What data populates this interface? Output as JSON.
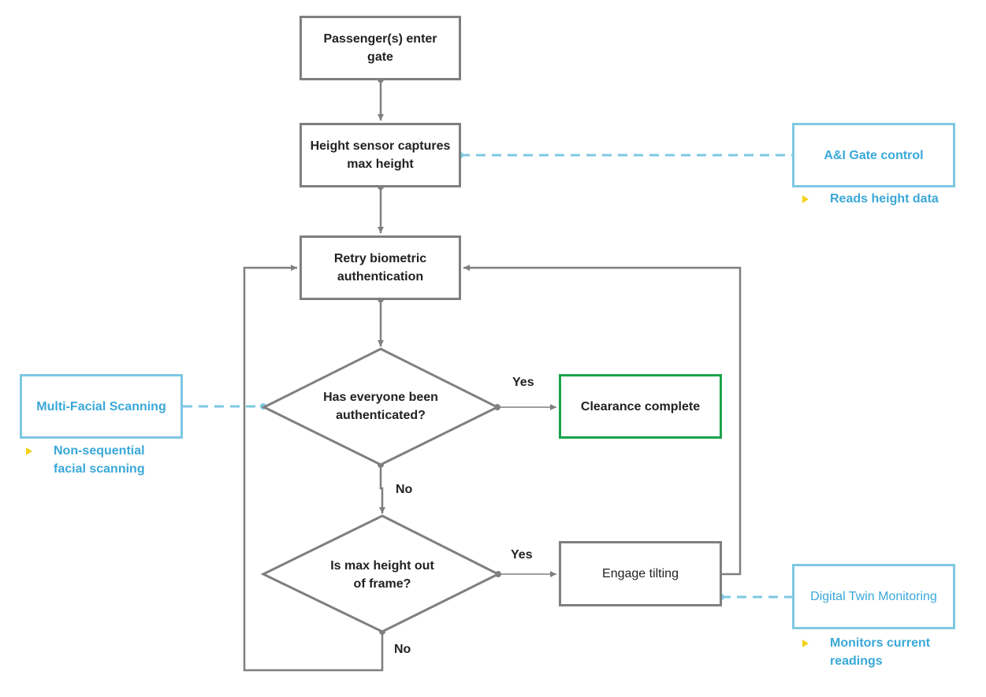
{
  "nodes": {
    "enter_gate": "Passenger(s) enter gate",
    "height_sensor": "Height sensor captures max height",
    "retry_auth": "Retry biometric authentication",
    "decision_everyone": "Has everyone been authenticated?",
    "clearance": "Clearance complete",
    "decision_height": "Is max height out of frame?",
    "engage_tilting": "Engage tilting"
  },
  "edge_labels": {
    "everyone_yes": "Yes",
    "everyone_no": "No",
    "height_yes": "Yes",
    "height_no": "No"
  },
  "external": {
    "gate_control": {
      "title": "A&I Gate control",
      "note": "Reads height data"
    },
    "multi_facial": {
      "title": "Multi-Facial Scanning",
      "note": "Non-sequential facial scanning"
    },
    "digital_twin": {
      "title": "Digital Twin Monitoring",
      "note": "Monitors current readings"
    }
  },
  "colors": {
    "flow_line": "#7f7f7f",
    "external_line": "#7ec8e3",
    "external_text": "#3aa8d8",
    "clearance_border": "#1aa34a",
    "bullet": "#f2d21a"
  }
}
